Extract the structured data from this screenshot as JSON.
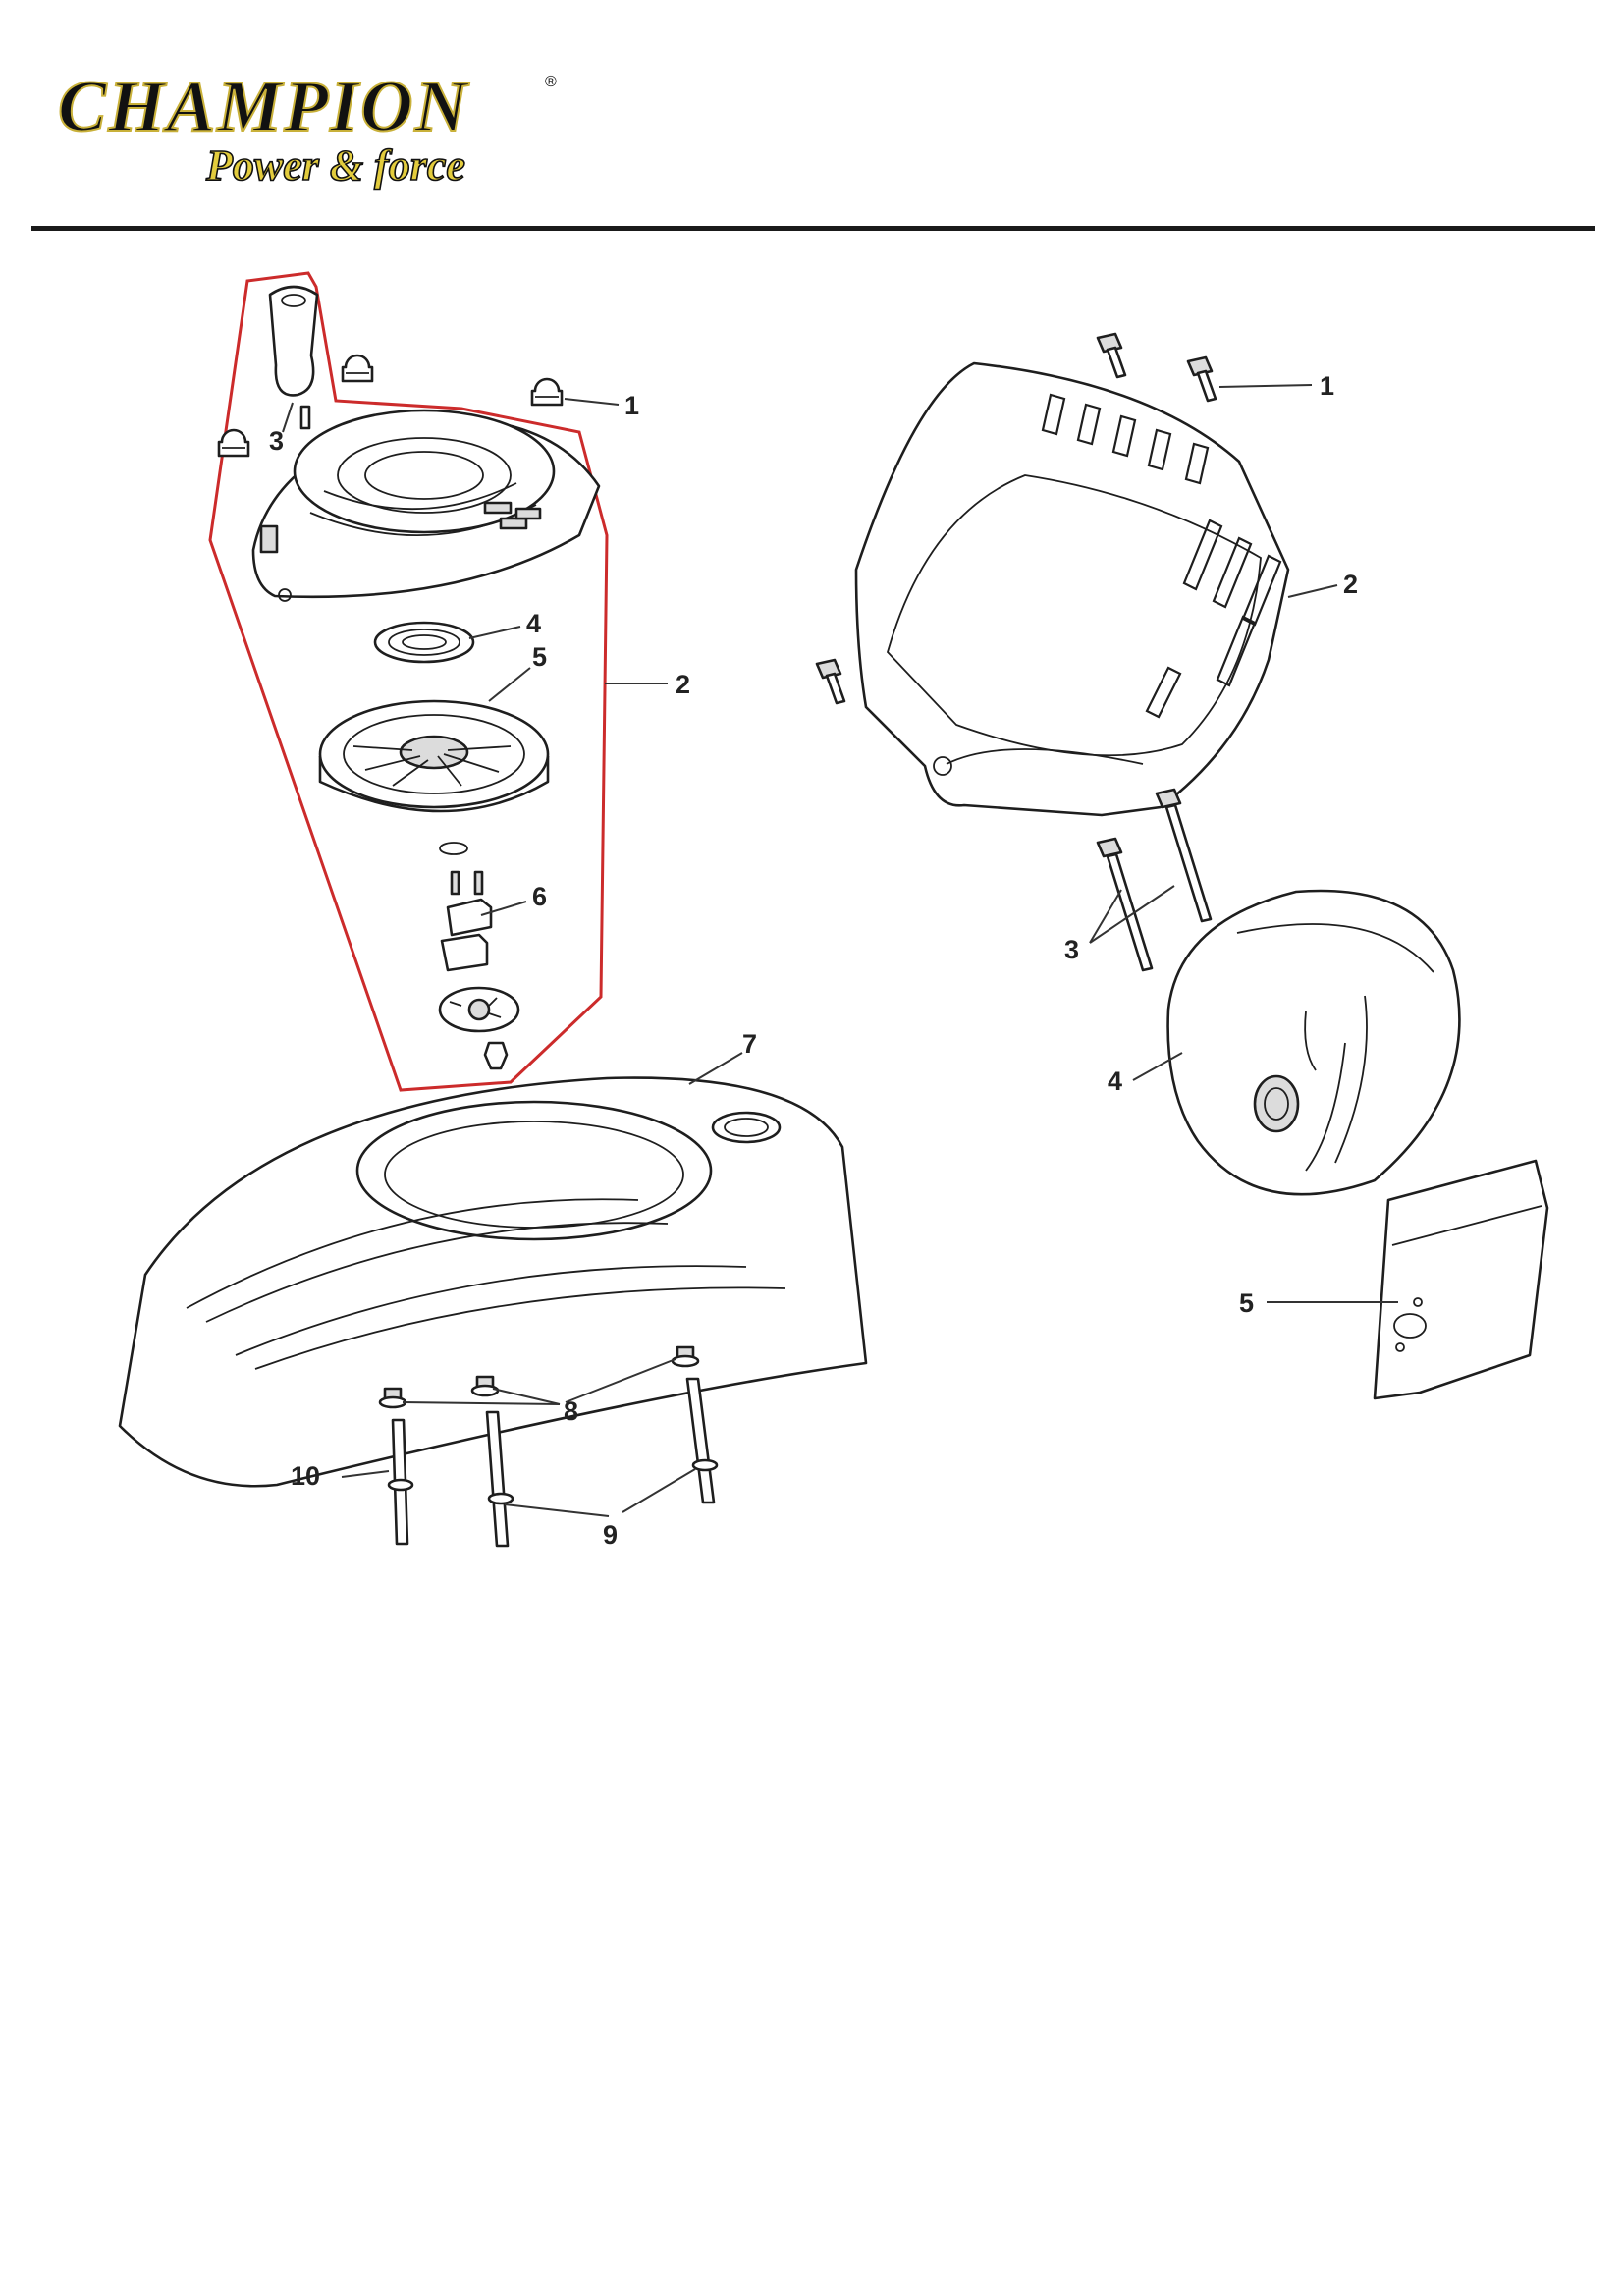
{
  "brand": {
    "name": "CHAMPION",
    "registered_mark": "®",
    "tagline": "Power & force",
    "colors": {
      "text": "#111111",
      "outline": "#c9b13a",
      "tagline_fill": "#e3cc3d"
    }
  },
  "diagram": {
    "left_assembly": {
      "kit_outline_color": "#cc2b2b",
      "callouts": {
        "c1": "1",
        "c2": "2",
        "c3": "3",
        "c4": "4",
        "c5": "5",
        "c6": "6",
        "c7": "7",
        "c8": "8",
        "c9": "9",
        "c10": "10"
      }
    },
    "right_assembly": {
      "callouts": {
        "c1": "1",
        "c2": "2",
        "c3": "3",
        "c4": "4",
        "c5": "5"
      }
    }
  }
}
